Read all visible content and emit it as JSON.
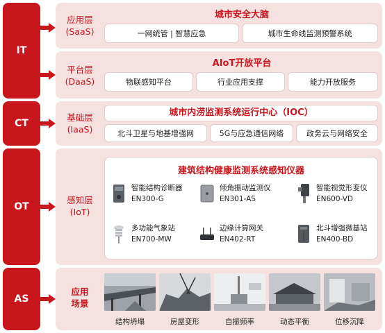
{
  "tiers": [
    {
      "label": "IT"
    },
    {
      "label": "CT"
    },
    {
      "label": "OT"
    },
    {
      "label": "AS"
    }
  ],
  "saas": {
    "layer": "应用层",
    "layer_en": "(SaaS)",
    "title": "城市安全大脑",
    "cells": [
      "一网统管 | 智慧应急",
      "城市生命线监测预警系统"
    ]
  },
  "daas": {
    "layer": "平台层",
    "layer_en": "(DaaS)",
    "title": "AIoT开放平台",
    "cells": [
      "物联感知平台",
      "行业应用支撑",
      "能力开放服务"
    ]
  },
  "iaas": {
    "layer": "基础层",
    "layer_en": "(IaaS)",
    "title": "城市内涝监测系统运行中心（IOC）",
    "cells": [
      "北斗卫星与地基增强网",
      "5G与应急通信网络",
      "政务云与网络安全"
    ]
  },
  "iot": {
    "layer": "感知层",
    "layer_en": "(IoT)",
    "title": "建筑结构健康监测系统感知仪器",
    "devices": [
      {
        "name": "智能结构诊断器",
        "model": "EN300-G",
        "icon": "diagnostic-device-icon"
      },
      {
        "name": "倾角振动监测仪",
        "model": "EN301-AS",
        "icon": "tilt-vibration-monitor-icon"
      },
      {
        "name": "智能视觉形变仪",
        "model": "EN600-VD",
        "icon": "vision-deformation-icon"
      },
      {
        "name": "多功能气象站",
        "model": "EN700-MW",
        "icon": "weather-station-icon"
      },
      {
        "name": "边缘计算网关",
        "model": "EN402-RT",
        "icon": "edge-gateway-icon"
      },
      {
        "name": "北斗增强微基站",
        "model": "EN400-BD",
        "icon": "beidou-base-station-icon"
      }
    ]
  },
  "as": {
    "layer": "应用",
    "layer2": "场景",
    "scenes": [
      "结构坍塌",
      "房屋变形",
      "自振频率",
      "动态平衡",
      "位移沉降"
    ]
  },
  "colors": {
    "accent": "#c8161d",
    "panel": "#f6e1e1",
    "border": "#e3c9c9"
  }
}
